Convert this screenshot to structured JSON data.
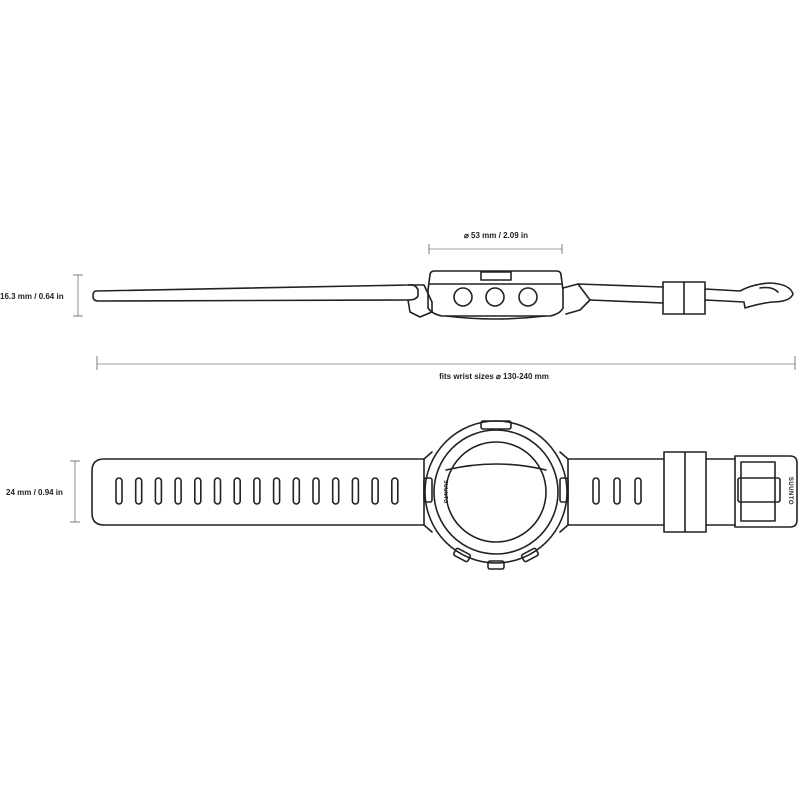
{
  "dimensions": {
    "case_diameter": "⌀ 53 mm / 2.09 in",
    "case_thickness": "16.3 mm / 0.64 in",
    "wrist_sizes": "fits wrist sizes  ⌀ 130-240 mm",
    "strap_width": "24 mm / 0.94 in"
  },
  "brand": {
    "bezel_logo": "SUUNTO",
    "buckle_logo": "SUUNTO"
  },
  "colors": {
    "line": "#222222",
    "dimension_line": "#444444",
    "background": "#ffffff"
  }
}
